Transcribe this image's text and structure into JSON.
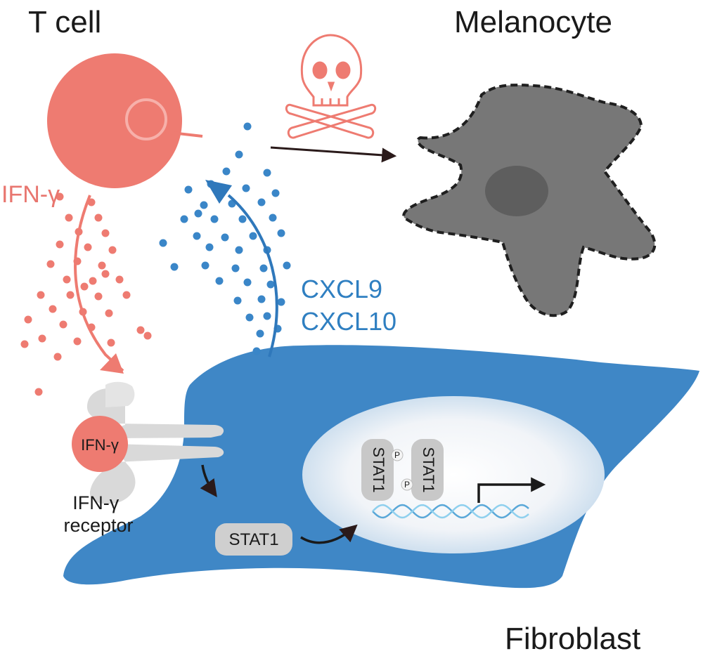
{
  "labels": {
    "t_cell": "T cell",
    "melanocyte": "Melanocyte",
    "fibroblast": "Fibroblast",
    "ifn_gamma_outer": "IFN-γ",
    "ifn_gamma_receptor_ligand": "IFN-γ",
    "receptor_line1": "IFN-γ",
    "receptor_line2": "receptor",
    "cxcl9": "CXCL9",
    "cxcl10": "CXCL10",
    "stat1_cytoplasm": "STAT1",
    "stat1_dimer_left": "STAT1",
    "stat1_dimer_right": "STAT1",
    "phospho": "P"
  },
  "icons": {
    "death": "skull-crossbones-icon",
    "transcription": "transcription-start-arrow-icon"
  },
  "colors": {
    "t_cell": "#ee7b71",
    "ifn_gamma_dots": "#ee7b71",
    "chemokine_dots": "#3a86c8",
    "fibroblast": "#3f87c6",
    "nucleus": "#eef2f7",
    "melanocyte": "#777777",
    "receptor": "#d8d8d8",
    "stat1": "#c8c8c8"
  }
}
